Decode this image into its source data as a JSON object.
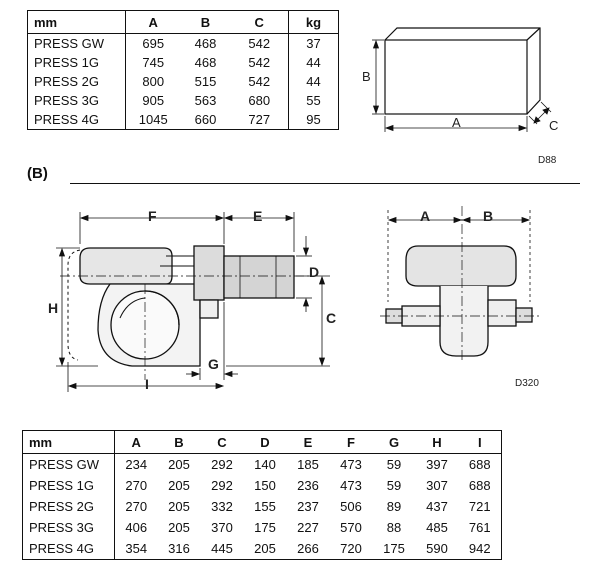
{
  "table_top": {
    "headers": [
      "mm",
      "A",
      "B",
      "C",
      "kg"
    ],
    "rows": [
      [
        "PRESS GW",
        "695",
        "468",
        "542",
        "37"
      ],
      [
        "PRESS 1G",
        "745",
        "468",
        "542",
        "44"
      ],
      [
        "PRESS 2G",
        "800",
        "515",
        "542",
        "44"
      ],
      [
        "PRESS 3G",
        "905",
        "563",
        "680",
        "55"
      ],
      [
        "PRESS 4G",
        "1045",
        "660",
        "727",
        "95"
      ]
    ]
  },
  "box_diagram": {
    "label_a": "A",
    "label_b": "B",
    "label_c": "C",
    "code": "D88"
  },
  "section_b_label": "(B)",
  "burner_diagram": {
    "labels": {
      "f": "F",
      "e": "E",
      "d": "D",
      "c": "C",
      "h": "H",
      "g": "G",
      "i": "I"
    },
    "front_labels": {
      "a": "A",
      "b": "B"
    },
    "code": "D320"
  },
  "table_bottom": {
    "headers": [
      "mm",
      "A",
      "B",
      "C",
      "D",
      "E",
      "F",
      "G",
      "H",
      "I"
    ],
    "rows": [
      [
        "PRESS GW",
        "234",
        "205",
        "292",
        "140",
        "185",
        "473",
        "59",
        "397",
        "688"
      ],
      [
        "PRESS 1G",
        "270",
        "205",
        "292",
        "150",
        "236",
        "473",
        "59",
        "307",
        "688"
      ],
      [
        "PRESS 2G",
        "270",
        "205",
        "332",
        "155",
        "237",
        "506",
        "89",
        "437",
        "721"
      ],
      [
        "PRESS 3G",
        "406",
        "205",
        "370",
        "175",
        "227",
        "570",
        "88",
        "485",
        "761"
      ],
      [
        "PRESS 4G",
        "354",
        "316",
        "445",
        "205",
        "266",
        "720",
        "175",
        "590",
        "942"
      ]
    ]
  }
}
